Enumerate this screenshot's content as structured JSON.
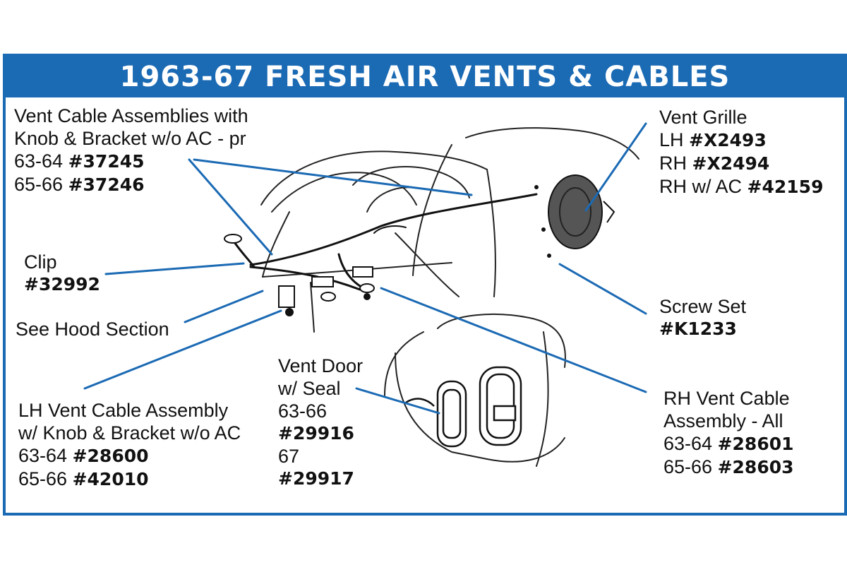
{
  "title": "1963-67 FRESH AIR VENTS & CABLES",
  "colors": {
    "accent": "#1b6ab4",
    "leader": "#1b6ab4",
    "ink": "#111111",
    "grille": "#555555"
  },
  "labels": {
    "vent_cable_pair": {
      "l1": "Vent Cable Assemblies with",
      "l2": "Knob & Bracket w/o AC - pr",
      "l3_prefix": "63-64",
      "l3_part": "#37245",
      "l4_prefix": "65-66",
      "l4_part": "#37246"
    },
    "clip": {
      "l1": "Clip",
      "part": "#32992"
    },
    "hood": {
      "l1": "See Hood Section"
    },
    "lh_cable": {
      "l1": "LH Vent Cable Assembly",
      "l2": "w/ Knob & Bracket w/o AC",
      "l3_prefix": "63-64",
      "l3_part": "#28600",
      "l4_prefix": "65-66",
      "l4_part": "#42010"
    },
    "vent_door": {
      "l1": "Vent Door",
      "l2": "w/ Seal",
      "l3": "63-66",
      "l4": "#29916",
      "l5": "67",
      "l6": "#29917"
    },
    "vent_grille": {
      "l1": "Vent Grille",
      "l2_prefix": "LH",
      "l2_part": "#X2493",
      "l3_prefix": "RH",
      "l3_part": "#X2494",
      "l4_prefix": "RH w/ AC",
      "l4_part": "#42159"
    },
    "screw_set": {
      "l1": "Screw Set",
      "part": "#K1233"
    },
    "rh_cable": {
      "l1": "RH Vent Cable",
      "l2": "Assembly - All",
      "l3_prefix": "63-64",
      "l3_part": "#28601",
      "l4_prefix": "65-66",
      "l4_part": "#28603"
    }
  }
}
